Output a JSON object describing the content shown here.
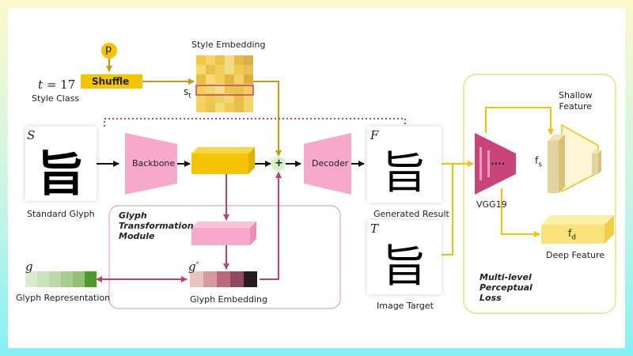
{
  "style_class": {
    "var": "t",
    "eq": "=",
    "value": "17",
    "label": "Style Class"
  },
  "p_node": "p",
  "shuffle": "Shuffle",
  "style_embedding": {
    "title": "Style Embedding",
    "row_label": "s",
    "row_sub": "t"
  },
  "standard_glyph": {
    "symbol": "S",
    "char": "旨",
    "label": "Standard Glyph"
  },
  "backbone": "Backbone",
  "plus": "+",
  "decoder": "Decoder",
  "generated": {
    "symbol": "F",
    "char": "旨",
    "label": "Generated Result"
  },
  "target": {
    "symbol": "T",
    "char": "旨",
    "label": "Image Target"
  },
  "gtm": {
    "line1": "Glyph",
    "line2": "Transformation",
    "line3": "Module"
  },
  "glyph_rep": {
    "symbol": "g",
    "label": "Glyph Representation"
  },
  "glyph_emb": {
    "symbol": "g′",
    "label": "Glyph Embedding"
  },
  "vgg": {
    "label": "VGG19",
    "dots": "····"
  },
  "shallow": {
    "line1": "Shallow",
    "line2": "Feature",
    "sym": "f",
    "sub": "s"
  },
  "deep": {
    "label": "Deep Feature",
    "sym": "f",
    "sub": "d"
  },
  "mpl": {
    "line1": "Multi-level",
    "line2": "Perceptual",
    "line3": "Loss"
  },
  "colors": {
    "gold": "#f5c400",
    "arrow_gold": "#c89a10",
    "pink": "#f6a9c8",
    "crimson": "#c2416a",
    "dotted": "#c2416a",
    "frame": "#f5d87a"
  },
  "style_grid_colors": [
    [
      "#f2c84b",
      "#f7d36a",
      "#eec14a",
      "#f4d88a",
      "#e9b845",
      "#d9b04a"
    ],
    [
      "#f7d96e",
      "#e9c04c",
      "#f2ce5e",
      "#eddf7e",
      "#f4c74f",
      "#e8c05a"
    ],
    [
      "#eabf45",
      "#f8dc7a",
      "#f0d058",
      "#e4b640",
      "#f3d167",
      "#dcae3c"
    ],
    [
      "#f4ce58",
      "#efd770",
      "#f7e08d",
      "#ebc64e",
      "#e9c34e",
      "#f2d05f"
    ],
    [
      "#f6d65f",
      "#f0c94d",
      "#ead068",
      "#f5d86f",
      "#e8bf4b",
      "#eed565"
    ],
    [
      "#f1d061",
      "#e8c653",
      "#f4db76",
      "#f0ca52",
      "#e6c04f",
      "#f3d46a"
    ]
  ],
  "glyph_rep_colors": [
    "#dbead0",
    "#cde3bf",
    "#bcd9a8",
    "#a8cd8f",
    "#93c078",
    "#4e9a2a"
  ],
  "glyph_emb_colors": [
    "#e9c2c2",
    "#d79a9a",
    "#b96a7a",
    "#8f4a62",
    "#2a1a22"
  ]
}
